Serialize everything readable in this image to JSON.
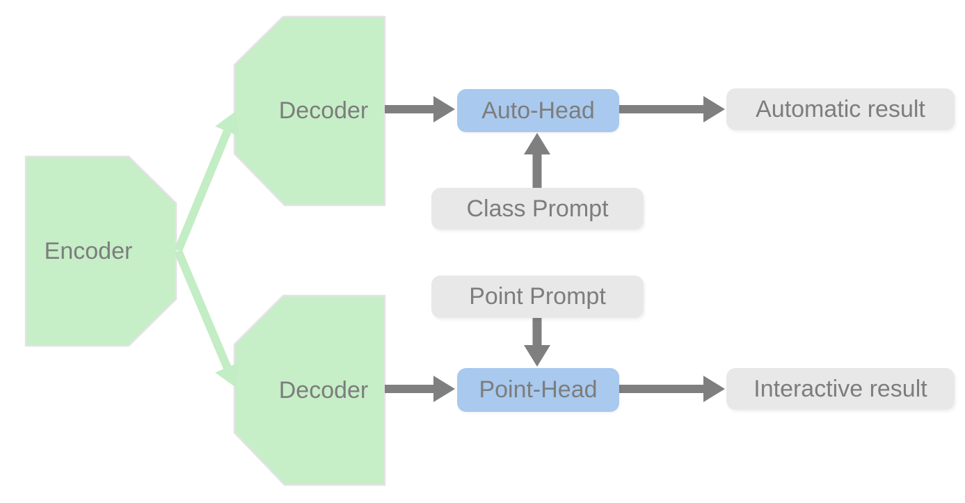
{
  "diagram": {
    "nodes": {
      "encoder": {
        "label": "Encoder",
        "kind": "green-block"
      },
      "decoder_top": {
        "label": "Decoder",
        "kind": "green-block"
      },
      "decoder_bottom": {
        "label": "Decoder",
        "kind": "green-block"
      },
      "auto_head": {
        "label": "Auto-Head",
        "kind": "blue-box"
      },
      "point_head": {
        "label": "Point-Head",
        "kind": "blue-box"
      },
      "class_prompt": {
        "label": "Class Prompt",
        "kind": "gray-box"
      },
      "point_prompt": {
        "label": "Point Prompt",
        "kind": "gray-box"
      },
      "automatic_result": {
        "label": "Automatic result",
        "kind": "gray-box"
      },
      "interactive_result": {
        "label": "Interactive result",
        "kind": "gray-box"
      }
    },
    "edges": [
      {
        "from": "encoder",
        "to": "decoder_top",
        "color": "green"
      },
      {
        "from": "encoder",
        "to": "decoder_bottom",
        "color": "green"
      },
      {
        "from": "decoder_top",
        "to": "auto_head",
        "color": "gray"
      },
      {
        "from": "class_prompt",
        "to": "auto_head",
        "color": "gray"
      },
      {
        "from": "auto_head",
        "to": "automatic_result",
        "color": "gray"
      },
      {
        "from": "decoder_bottom",
        "to": "point_head",
        "color": "gray"
      },
      {
        "from": "point_prompt",
        "to": "point_head",
        "color": "gray"
      },
      {
        "from": "point_head",
        "to": "interactive_result",
        "color": "gray"
      }
    ],
    "colors": {
      "shape_green": "#c6eec7",
      "shape_green_border": "#e4e2e6",
      "arrow_green": "#c3edc4",
      "head_blue": "#a9c9ee",
      "box_gray": "#e8e8e9",
      "arrow_gray": "#7f7f7f",
      "text_gray": "#7d7d7d",
      "background": "#ffffff"
    }
  }
}
